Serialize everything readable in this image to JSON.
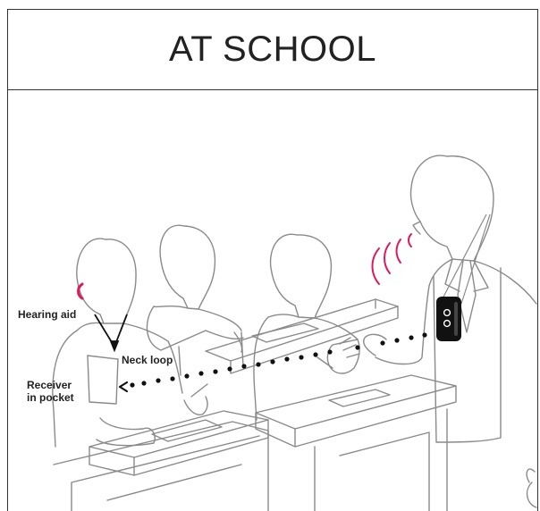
{
  "title": "AT SCHOOL",
  "labels": {
    "hearing_aid": "Hearing aid",
    "neck_loop": "Neck loop",
    "receiver_line1": "Receiver",
    "receiver_line2": "in pocket"
  },
  "colors": {
    "accent": "#e0185a",
    "line": "#8a8a8a",
    "ink": "#222222"
  }
}
